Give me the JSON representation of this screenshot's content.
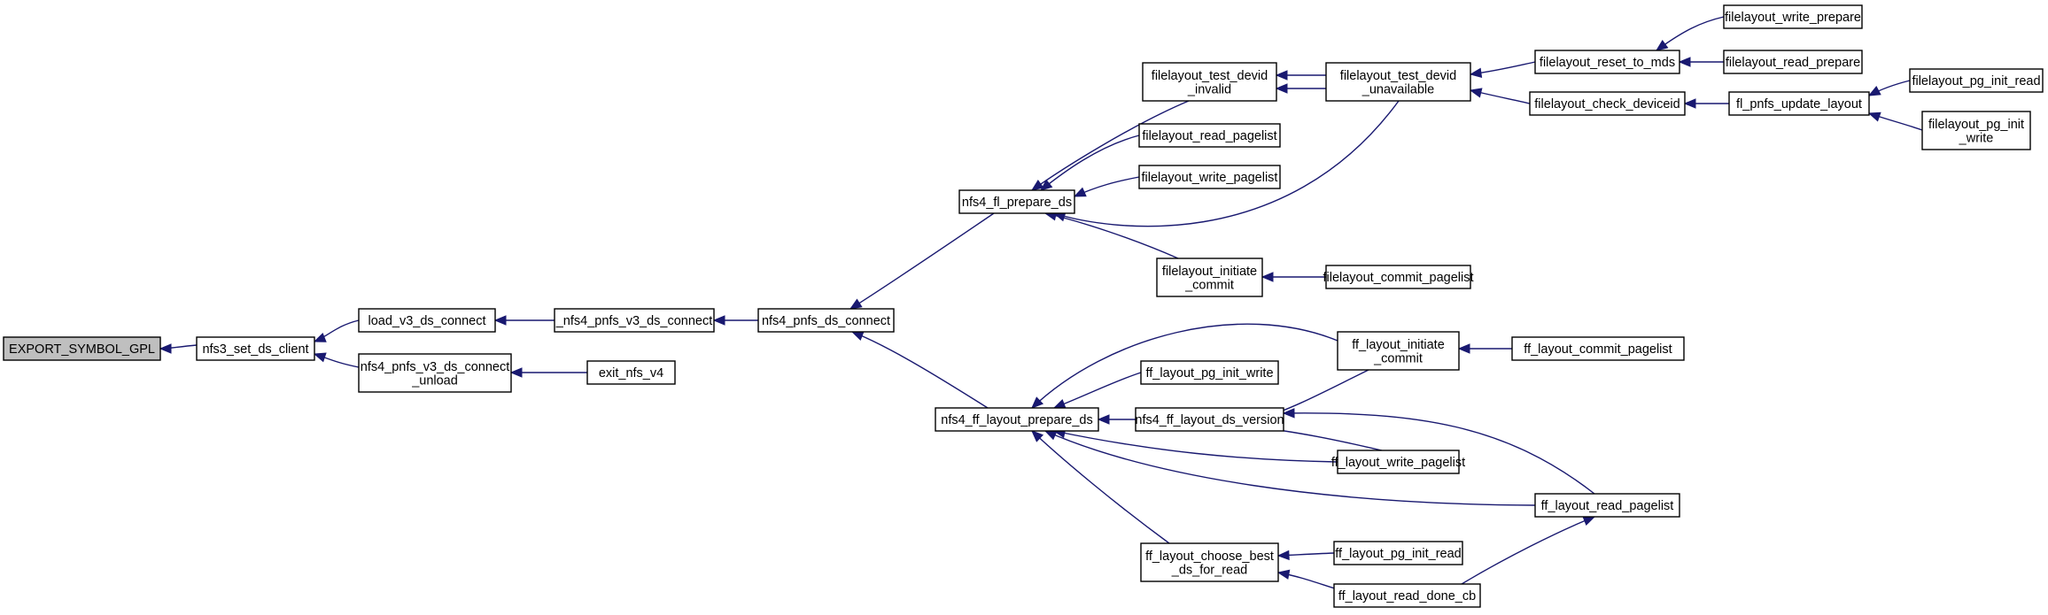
{
  "graph": {
    "nodes": [
      {
        "id": "export_symbol_gpl",
        "lines": [
          "EXPORT_SYMBOL_GPL"
        ],
        "root": true
      },
      {
        "id": "nfs3_set_ds_client",
        "lines": [
          "nfs3_set_ds_client"
        ]
      },
      {
        "id": "load_v3_ds_connect",
        "lines": [
          "load_v3_ds_connect"
        ]
      },
      {
        "id": "nfs4_pnfs_v3_ds_connect_unload",
        "lines": [
          "nfs4_pnfs_v3_ds_connect",
          "_unload"
        ]
      },
      {
        "id": "_nfs4_pnfs_v3_ds_connect",
        "lines": [
          "_nfs4_pnfs_v3_ds_connect"
        ]
      },
      {
        "id": "exit_nfs_v4",
        "lines": [
          "exit_nfs_v4"
        ]
      },
      {
        "id": "nfs4_pnfs_ds_connect",
        "lines": [
          "nfs4_pnfs_ds_connect"
        ]
      },
      {
        "id": "nfs4_fl_prepare_ds",
        "lines": [
          "nfs4_fl_prepare_ds"
        ]
      },
      {
        "id": "nfs4_ff_layout_prepare_ds",
        "lines": [
          "nfs4_ff_layout_prepare_ds"
        ]
      },
      {
        "id": "filelayout_test_devid_invalid",
        "lines": [
          "filelayout_test_devid",
          "_invalid"
        ]
      },
      {
        "id": "filelayout_read_pagelist",
        "lines": [
          "filelayout_read_pagelist"
        ]
      },
      {
        "id": "filelayout_write_pagelist",
        "lines": [
          "filelayout_write_pagelist"
        ]
      },
      {
        "id": "filelayout_initiate_commit",
        "lines": [
          "filelayout_initiate",
          "_commit"
        ]
      },
      {
        "id": "filelayout_test_devid_unavailable",
        "lines": [
          "filelayout_test_devid",
          "_unavailable"
        ]
      },
      {
        "id": "filelayout_commit_pagelist",
        "lines": [
          "filelayout_commit_pagelist"
        ]
      },
      {
        "id": "filelayout_reset_to_mds",
        "lines": [
          "filelayout_reset_to_mds"
        ]
      },
      {
        "id": "filelayout_check_deviceid",
        "lines": [
          "filelayout_check_deviceid"
        ]
      },
      {
        "id": "filelayout_write_prepare",
        "lines": [
          "filelayout_write_prepare"
        ]
      },
      {
        "id": "filelayout_read_prepare",
        "lines": [
          "filelayout_read_prepare"
        ]
      },
      {
        "id": "fl_pnfs_update_layout",
        "lines": [
          "fl_pnfs_update_layout"
        ]
      },
      {
        "id": "filelayout_pg_init_read",
        "lines": [
          "filelayout_pg_init_read"
        ]
      },
      {
        "id": "filelayout_pg_init_write",
        "lines": [
          "filelayout_pg_init",
          "_write"
        ]
      },
      {
        "id": "ff_layout_pg_init_write",
        "lines": [
          "ff_layout_pg_init_write"
        ]
      },
      {
        "id": "nfs4_ff_layout_ds_version",
        "lines": [
          "nfs4_ff_layout_ds_version"
        ]
      },
      {
        "id": "ff_layout_choose_best_ds_for_read",
        "lines": [
          "ff_layout_choose_best",
          "_ds_for_read"
        ]
      },
      {
        "id": "ff_layout_initiate_commit",
        "lines": [
          "ff_layout_initiate",
          "_commit"
        ]
      },
      {
        "id": "ff_layout_write_pagelist",
        "lines": [
          "ff_layout_write_pagelist"
        ]
      },
      {
        "id": "ff_layout_read_pagelist",
        "lines": [
          "ff_layout_read_pagelist"
        ]
      },
      {
        "id": "ff_layout_pg_init_read",
        "lines": [
          "ff_layout_pg_init_read"
        ]
      },
      {
        "id": "ff_layout_read_done_cb",
        "lines": [
          "ff_layout_read_done_cb"
        ]
      },
      {
        "id": "ff_layout_commit_pagelist",
        "lines": [
          "ff_layout_commit_pagelist"
        ]
      }
    ],
    "edges": [
      {
        "from": "nfs3_set_ds_client",
        "to": "export_symbol_gpl"
      },
      {
        "from": "load_v3_ds_connect",
        "to": "nfs3_set_ds_client"
      },
      {
        "from": "nfs4_pnfs_v3_ds_connect_unload",
        "to": "nfs3_set_ds_client"
      },
      {
        "from": "_nfs4_pnfs_v3_ds_connect",
        "to": "load_v3_ds_connect"
      },
      {
        "from": "exit_nfs_v4",
        "to": "nfs4_pnfs_v3_ds_connect_unload"
      },
      {
        "from": "nfs4_pnfs_ds_connect",
        "to": "_nfs4_pnfs_v3_ds_connect"
      },
      {
        "from": "nfs4_fl_prepare_ds",
        "to": "nfs4_pnfs_ds_connect"
      },
      {
        "from": "nfs4_ff_layout_prepare_ds",
        "to": "nfs4_pnfs_ds_connect"
      },
      {
        "from": "filelayout_test_devid_invalid",
        "to": "nfs4_fl_prepare_ds"
      },
      {
        "from": "filelayout_read_pagelist",
        "to": "nfs4_fl_prepare_ds"
      },
      {
        "from": "filelayout_write_pagelist",
        "to": "nfs4_fl_prepare_ds"
      },
      {
        "from": "filelayout_initiate_commit",
        "to": "nfs4_fl_prepare_ds"
      },
      {
        "from": "filelayout_test_devid_unavailable",
        "to": "nfs4_fl_prepare_ds"
      },
      {
        "from": "filelayout_test_devid_unavailable",
        "to": "filelayout_test_devid_invalid"
      },
      {
        "from": "filelayout_test_devid_invalid",
        "to": "filelayout_test_devid_unavailable"
      },
      {
        "from": "filelayout_commit_pagelist",
        "to": "filelayout_initiate_commit"
      },
      {
        "from": "filelayout_reset_to_mds",
        "to": "filelayout_test_devid_unavailable"
      },
      {
        "from": "filelayout_check_deviceid",
        "to": "filelayout_test_devid_unavailable"
      },
      {
        "from": "filelayout_write_prepare",
        "to": "filelayout_reset_to_mds"
      },
      {
        "from": "filelayout_read_prepare",
        "to": "filelayout_reset_to_mds"
      },
      {
        "from": "fl_pnfs_update_layout",
        "to": "filelayout_check_deviceid"
      },
      {
        "from": "filelayout_pg_init_read",
        "to": "fl_pnfs_update_layout"
      },
      {
        "from": "filelayout_pg_init_write",
        "to": "fl_pnfs_update_layout"
      },
      {
        "from": "ff_layout_initiate_commit",
        "to": "nfs4_ff_layout_prepare_ds"
      },
      {
        "from": "ff_layout_pg_init_write",
        "to": "nfs4_ff_layout_prepare_ds"
      },
      {
        "from": "nfs4_ff_layout_ds_version",
        "to": "nfs4_ff_layout_prepare_ds"
      },
      {
        "from": "ff_layout_write_pagelist",
        "to": "nfs4_ff_layout_prepare_ds"
      },
      {
        "from": "ff_layout_read_pagelist",
        "to": "nfs4_ff_layout_prepare_ds"
      },
      {
        "from": "ff_layout_choose_best_ds_for_read",
        "to": "nfs4_ff_layout_prepare_ds"
      },
      {
        "from": "ff_layout_initiate_commit",
        "to": "nfs4_ff_layout_ds_version"
      },
      {
        "from": "ff_layout_write_pagelist",
        "to": "nfs4_ff_layout_ds_version"
      },
      {
        "from": "ff_layout_read_pagelist",
        "to": "nfs4_ff_layout_ds_version"
      },
      {
        "from": "ff_layout_commit_pagelist",
        "to": "ff_layout_initiate_commit"
      },
      {
        "from": "ff_layout_pg_init_read",
        "to": "ff_layout_choose_best_ds_for_read"
      },
      {
        "from": "ff_layout_read_done_cb",
        "to": "ff_layout_choose_best_ds_for_read"
      },
      {
        "from": "ff_layout_read_done_cb",
        "to": "ff_layout_read_pagelist"
      }
    ]
  },
  "colors": {
    "edge": "#191970",
    "root_fill": "#bfbfbf",
    "node_fill": "#ffffff",
    "node_border": "#000000"
  }
}
